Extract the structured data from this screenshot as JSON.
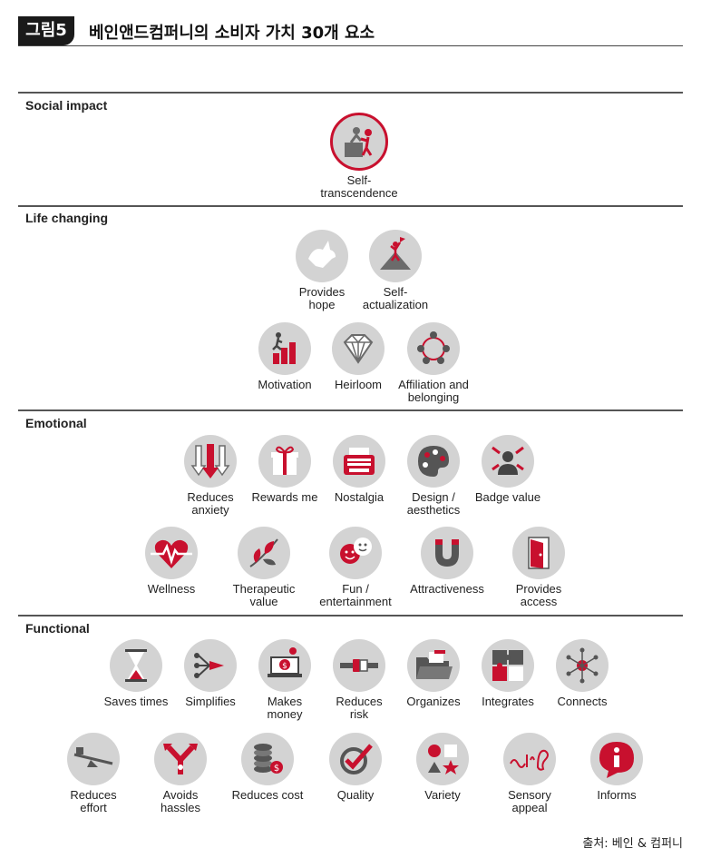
{
  "header": {
    "badge": "그림5",
    "title": "베인앤드컴퍼니의 소비자 가치 30개 요소"
  },
  "sections": {
    "social": {
      "title": "Social impact",
      "items": [
        "Self-\ntranscendence"
      ]
    },
    "life": {
      "title": "Life changing",
      "items": [
        "Provides\nhope",
        "Self-\nactualization",
        "Motivation",
        "Heirloom",
        "Affiliation and\nbelonging"
      ]
    },
    "emotional": {
      "title": "Emotional",
      "items": [
        "Reduces\nanxiety",
        "Rewards me",
        "Nostalgia",
        "Design /\naesthetics",
        "Badge value",
        "Wellness",
        "Therapeutic\nvalue",
        "Fun /\nentertainment",
        "Attractiveness",
        "Provides\naccess"
      ]
    },
    "functional": {
      "title": "Functional",
      "items": [
        "Saves times",
        "Simplifies",
        "Makes\nmoney",
        "Reduces\nrisk",
        "Organizes",
        "Integrates",
        "Connects",
        "Reduces\neffort",
        "Avoids\nhassles",
        "Reduces cost",
        "Quality",
        "Variety",
        "Sensory\nappeal",
        "Informs"
      ]
    }
  },
  "footer": {
    "source": "출처: 베인 & 컴퍼니"
  },
  "colors": {
    "accent": "#c8102e",
    "icon_gray": "#6b6b6b",
    "circle": "#d3d3d3"
  }
}
